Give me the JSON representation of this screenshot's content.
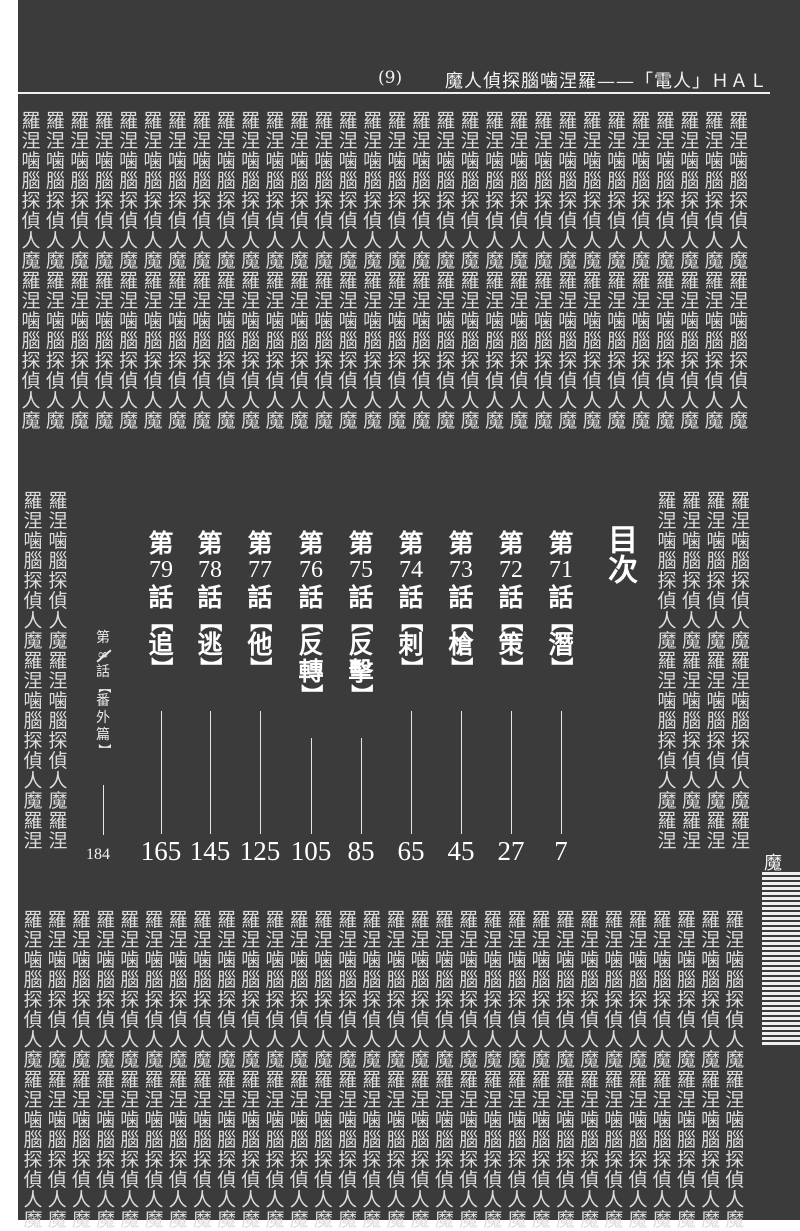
{
  "header": {
    "page_number": "(9)",
    "title": "魔人偵探腦噛涅羅——「電人」ＨＡＬ"
  },
  "pattern": {
    "sequence": [
      "羅",
      "涅",
      "噛",
      "腦",
      "探",
      "偵",
      "人",
      "魔"
    ],
    "top_block": {
      "columns": 30,
      "rows": 16
    },
    "middle_left": {
      "columns": 2,
      "rows": 18
    },
    "middle_right": {
      "columns": 4,
      "rows": 18
    },
    "bottom_block": {
      "columns": 30,
      "rows": 16
    }
  },
  "toc": {
    "title": "目次",
    "chapters": [
      {
        "prefix": "第",
        "number": "71",
        "suffix": "話",
        "title": "潛",
        "page": "7"
      },
      {
        "prefix": "第",
        "number": "72",
        "suffix": "話",
        "title": "策",
        "page": "27"
      },
      {
        "prefix": "第",
        "number": "73",
        "suffix": "話",
        "title": "槍",
        "page": "45"
      },
      {
        "prefix": "第",
        "number": "74",
        "suffix": "話",
        "title": "刺",
        "page": "65"
      },
      {
        "prefix": "第",
        "number": "75",
        "suffix": "話",
        "title": "反擊",
        "page": "85"
      },
      {
        "prefix": "第",
        "number": "76",
        "suffix": "話",
        "title": "反轉",
        "page": "105"
      },
      {
        "prefix": "第",
        "number": "77",
        "suffix": "話",
        "title": "他",
        "page": "125"
      },
      {
        "prefix": "第",
        "number": "78",
        "suffix": "話",
        "title": "逃",
        "page": "145"
      },
      {
        "prefix": "第",
        "number": "79",
        "suffix": "話",
        "title": "追",
        "page": "165"
      }
    ],
    "extra": {
      "prefix": "第",
      "number": "∞",
      "suffix": "話",
      "title": "番外篇",
      "page": "184"
    }
  },
  "side_tab": {
    "label": "魔"
  }
}
